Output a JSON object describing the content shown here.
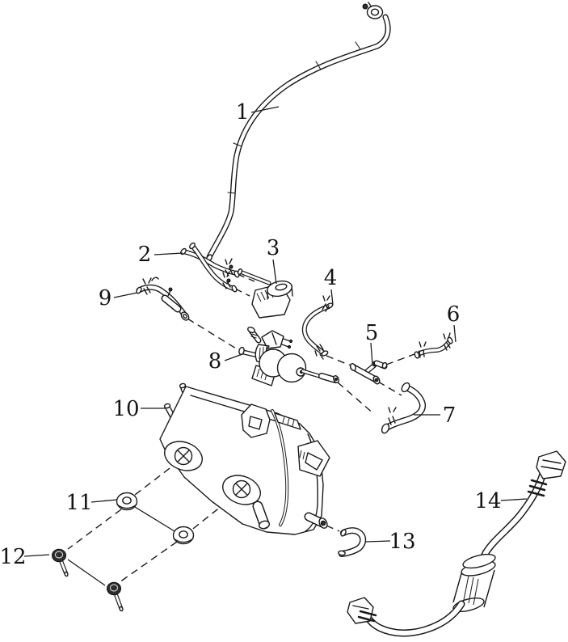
{
  "diagram": {
    "figure_type": "exploded parts diagram",
    "subject": "EVAP canister, purge valve and hose assembly",
    "background": "#ffffff",
    "line_color": "#1a1a1a",
    "parts": [
      {
        "label": "1",
        "name": "long-vent-tube"
      },
      {
        "label": "2",
        "name": "dual-branch-hose"
      },
      {
        "label": "3",
        "name": "small-valve"
      },
      {
        "label": "4",
        "name": "elbow-hose"
      },
      {
        "label": "5",
        "name": "tee-check-connector"
      },
      {
        "label": "6",
        "name": "short-curved-hose"
      },
      {
        "label": "7",
        "name": "s-curved-hose"
      },
      {
        "label": "8",
        "name": "purge-valve"
      },
      {
        "label": "9",
        "name": "short-elbow-hose"
      },
      {
        "label": "10",
        "name": "charcoal-canister"
      },
      {
        "label": "11",
        "name": "washer",
        "quantity": 2
      },
      {
        "label": "12",
        "name": "bolt",
        "quantity": 2
      },
      {
        "label": "13",
        "name": "elbow-connector-hose"
      },
      {
        "label": "14",
        "name": "vent-pipe-with-filter"
      }
    ]
  }
}
